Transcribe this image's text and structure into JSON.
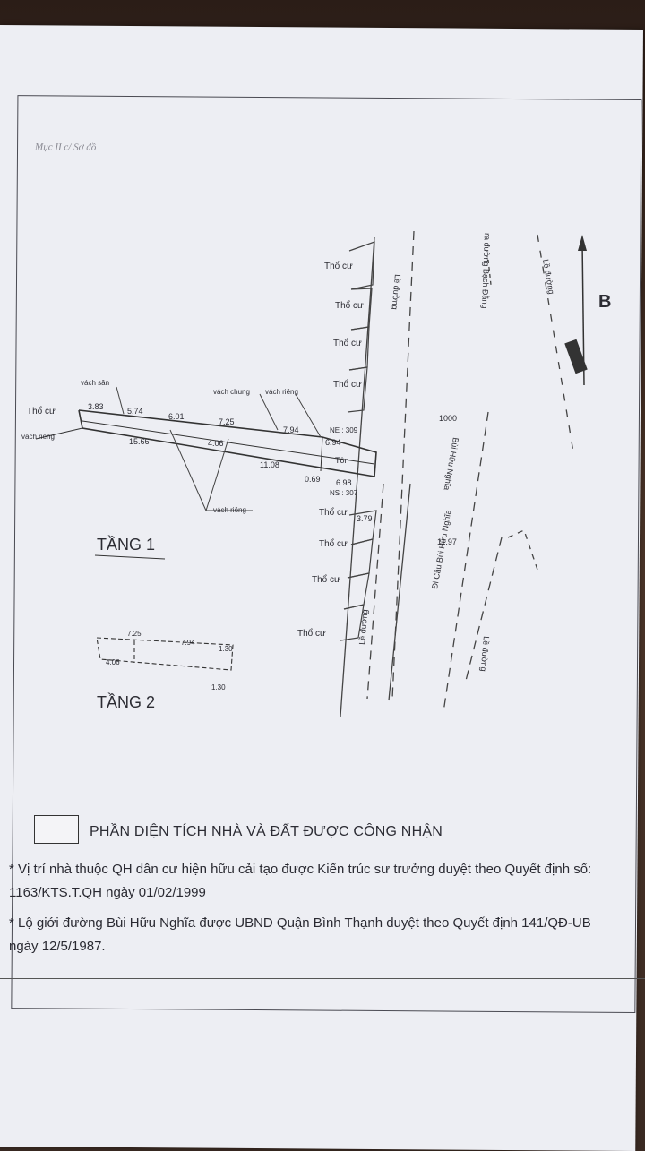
{
  "document": {
    "section_label": "Mục II c/ Sơ đồ",
    "north_label": "B",
    "floor1_label": "TẦNG 1",
    "floor2_label": "TẦNG 2",
    "legend_text": "PHẦN DIỆN TÍCH NHÀ VÀ ĐẤT ĐƯỢC CÔNG NHẬN",
    "notes": [
      "* Vị trí nhà thuộc QH dân cư hiện hữu cải tạo được Kiến trúc sư trưởng duyệt theo Quyết định số: 1163/KTS.T.QH ngày 01/02/1999",
      "* Lộ giới đường Bùi Hữu Nghĩa được UBND Quận Bình Thạnh duyệt theo Quyết định 141/QĐ-UB ngày 12/5/1987."
    ]
  },
  "map_labels": {
    "tho_cu": "Thổ cư",
    "vach_rieng": "vách riêng",
    "vach_chung": "vách chung",
    "vach_san": "vách sân",
    "ne": "NE : 309",
    "ns": "NS : 307",
    "lo_duong": "Lề đường",
    "ra_duong_bach_dang": "ra đường Bạch Đằng",
    "bui_huu_nghia": "Bùi Hữu Nghĩa",
    "di_cau_bui_huu_nghia": "Đi Cầu Bùi Hữu Nghĩa",
    "ton": "Tôn",
    "dim_1000": "1000",
    "dim_1197": "11.97"
  },
  "dimensions_floor1": [
    "3.83",
    "5.74",
    "6.01",
    "7.25",
    "7.94",
    "15.66",
    "4.06",
    "11.08",
    "6.94",
    "6.98",
    "0.69",
    "3.79"
  ],
  "dimensions_floor2": [
    "7.25",
    "7.94",
    "4.06",
    "1.30",
    "1.30"
  ]
}
